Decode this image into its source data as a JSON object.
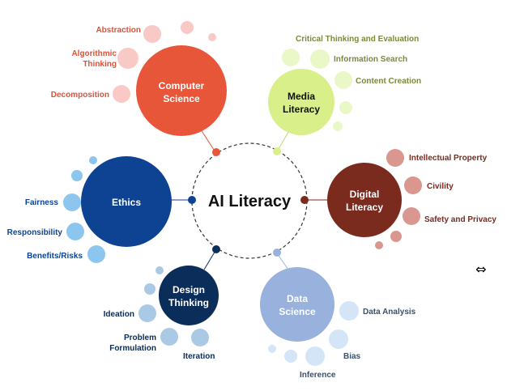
{
  "center": {
    "title": "AI Literacy"
  },
  "colors": {
    "computer_science": "#e8563a",
    "computer_science_light": "#f9c9c6",
    "computer_science_text": "#d9533a",
    "media_literacy": "#d9f08a",
    "media_literacy_light": "#eaf7c6",
    "media_literacy_text": "#7a8a3a",
    "digital_literacy": "#7b2a1e",
    "digital_literacy_light": "#d9978f",
    "digital_literacy_text": "#7b2a1e",
    "ethics": "#0e4393",
    "ethics_light": "#8cc6ee",
    "ethics_text": "#0e4393",
    "design_thinking": "#0b2d5a",
    "design_thinking_light": "#a9c9e4",
    "design_thinking_text": "#0b2d5a",
    "data_science": "#98b2dd",
    "data_science_light": "#d3e5f7",
    "data_science_text": "#3a4f6a"
  },
  "nodes": {
    "computer_science": {
      "label_line1": "Computer",
      "label_line2": "Science",
      "items": [
        "Abstraction",
        "Algorithmic",
        "Thinking",
        "Decomposition"
      ]
    },
    "media_literacy": {
      "label_line1": "Media",
      "label_line2": "Literacy",
      "items": [
        "Critical Thinking and Evaluation",
        "Information Search",
        "Content Creation"
      ]
    },
    "digital_literacy": {
      "label_line1": "Digital",
      "label_line2": "Literacy",
      "items": [
        "Intellectual Property",
        "Civility",
        "Safety and Privacy"
      ]
    },
    "ethics": {
      "label_line1": "Ethics",
      "items": [
        "Fairness",
        "Responsibility",
        "Benefits/Risks"
      ]
    },
    "design_thinking": {
      "label_line1": "Design",
      "label_line2": "Thinking",
      "items": [
        "Ideation",
        "Problem",
        "Formulation",
        "Iteration"
      ]
    },
    "data_science": {
      "label_line1": "Data",
      "label_line2": "Science",
      "items": [
        "Data Analysis",
        "Bias",
        "Inference"
      ]
    }
  },
  "cursor": {
    "icon": "resize-horizontal-icon",
    "glyph": "⇔"
  }
}
